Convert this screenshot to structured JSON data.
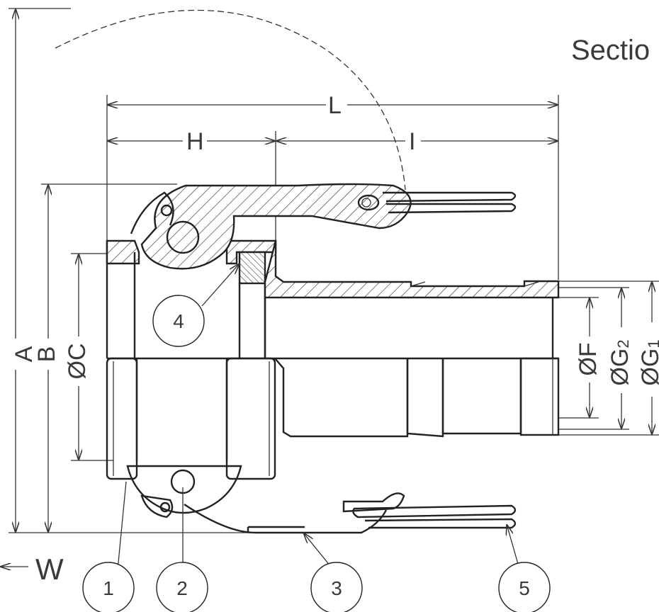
{
  "title": "Sectio",
  "dimensions": {
    "L": "L",
    "H": "H",
    "I": "I",
    "A": "A",
    "B": "B",
    "C": "ØC",
    "F": "ØF",
    "G2_main": "ØG",
    "G2_sub": "2",
    "G1_main": "ØG",
    "G1_sub": "1",
    "W": "W"
  },
  "callouts": [
    "1",
    "2",
    "3",
    "4",
    "5"
  ]
}
